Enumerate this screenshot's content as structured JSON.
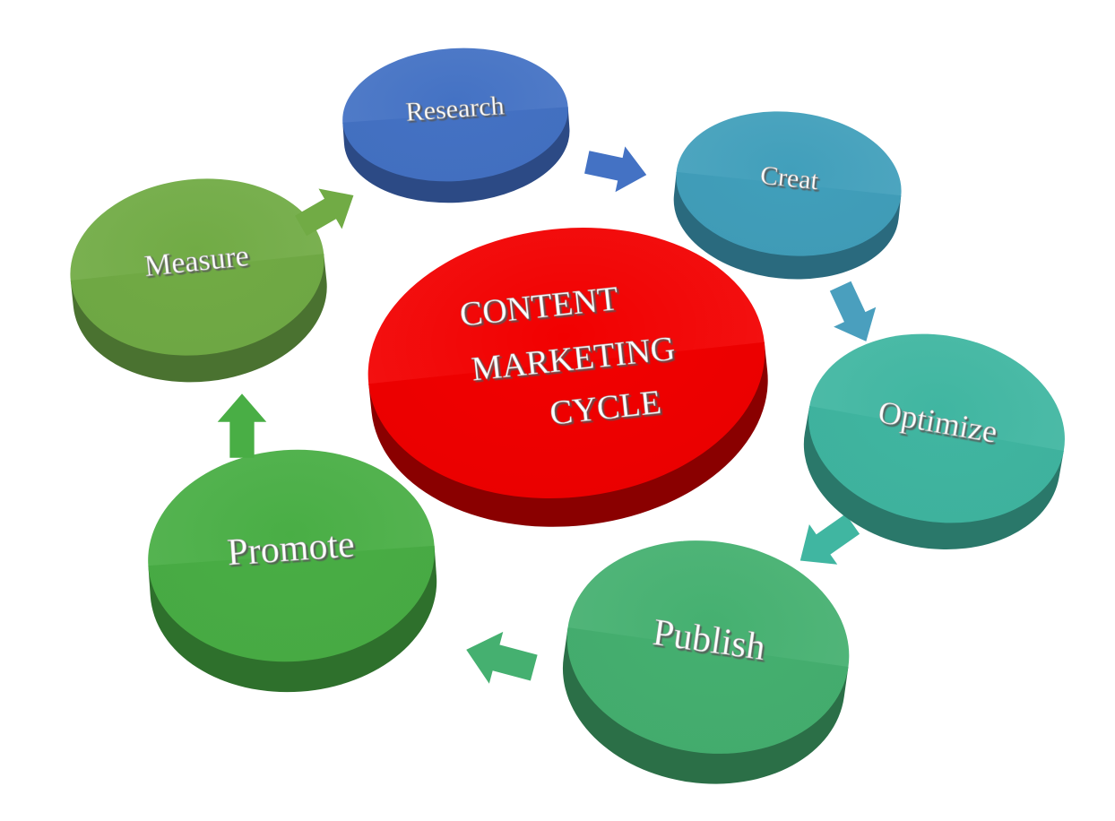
{
  "center": {
    "lines": [
      "CONTENT",
      "MARKETING",
      "CYCLE"
    ],
    "color": "#F20000",
    "shade": "#8A0000"
  },
  "steps": [
    {
      "label": "Research",
      "color": "#4472C4",
      "shade": "#2C4A85"
    },
    {
      "label": "Creat",
      "color": "#419FBB",
      "shade": "#2A6A7E"
    },
    {
      "label": "Optimize",
      "color": "#40B6A1",
      "shade": "#2A786A"
    },
    {
      "label": "Publish",
      "color": "#45B070",
      "shade": "#2B6F47"
    },
    {
      "label": "Promote",
      "color": "#49AE45",
      "shade": "#2E702C"
    },
    {
      "label": "Measure",
      "color": "#71AB45",
      "shade": "#4A7230"
    }
  ],
  "arrow_colors": [
    "#4472C4",
    "#4A9FBE",
    "#40B6A1",
    "#45B070",
    "#49AE45",
    "#71AB45"
  ]
}
